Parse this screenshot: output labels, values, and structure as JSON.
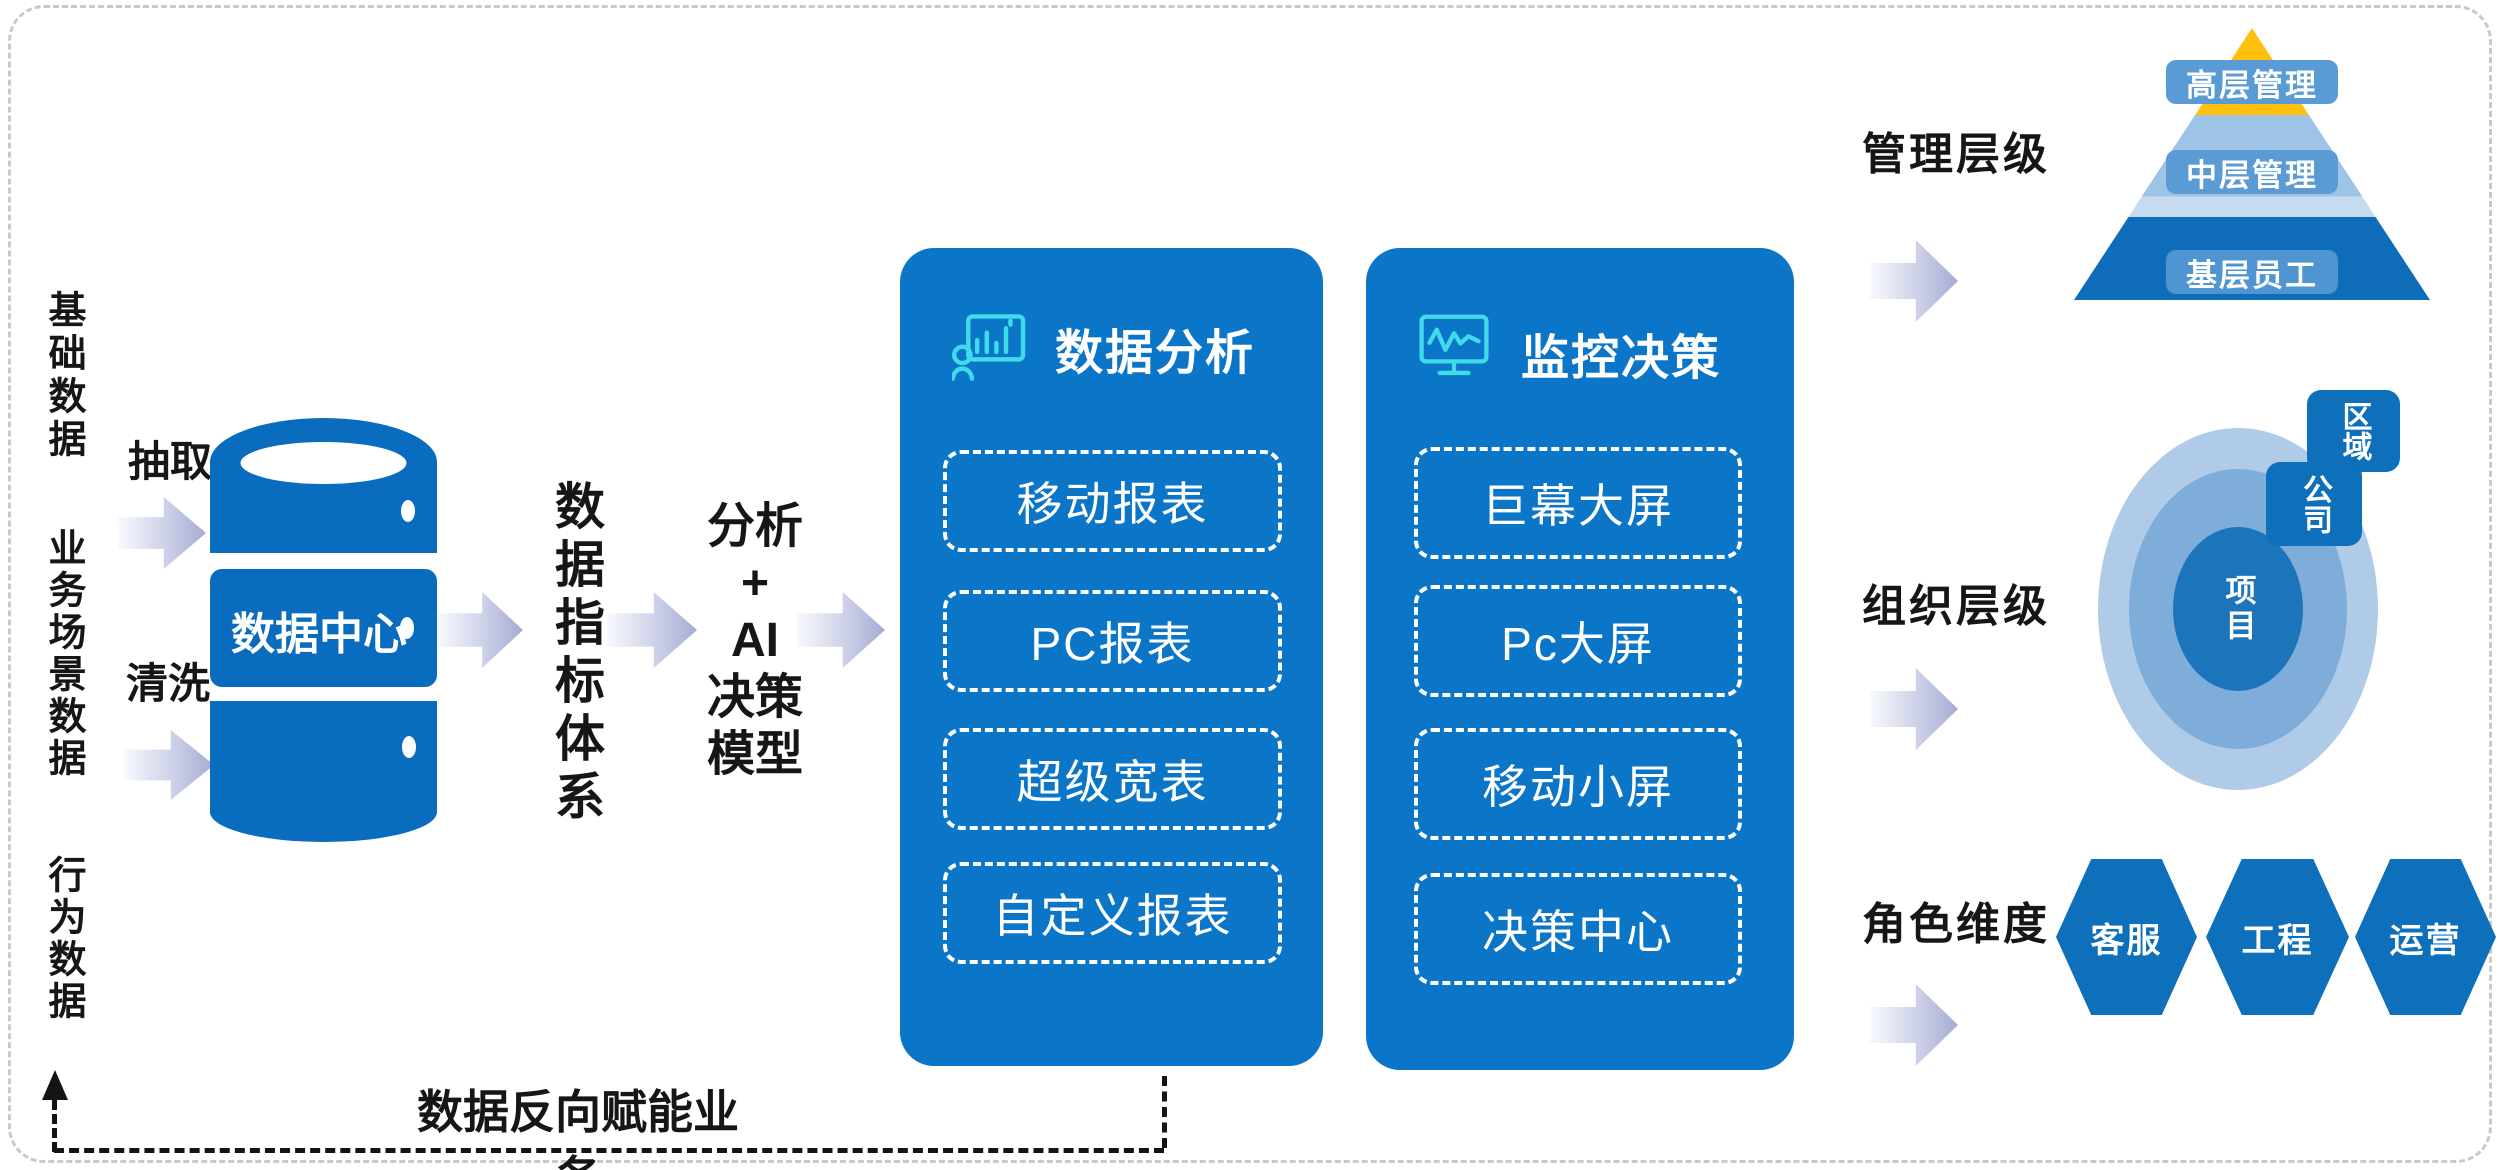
{
  "left_labels": {
    "basic": "基础数据",
    "business": "业务场景数据",
    "behavior": "行为数据"
  },
  "etl": {
    "extract": "抽取",
    "clean": "清洗"
  },
  "database": {
    "label": "数据中心"
  },
  "indicator": {
    "label": "数据指标体系"
  },
  "model": {
    "lines": [
      "分析",
      "+",
      "AI",
      "决策",
      "模型"
    ]
  },
  "panels": [
    {
      "title": "数据分析",
      "icon": "analyst-chart-icon",
      "items": [
        "移动报表",
        "PC报表",
        "超级宽表",
        "自定义报表"
      ]
    },
    {
      "title": "监控决策",
      "icon": "monitor-pulse-icon",
      "items": [
        "巨幕大屏",
        "Pc大屏",
        "移动小屏",
        "决策中心"
      ]
    }
  ],
  "management": {
    "label": "管理层级",
    "tiers": [
      "高层管理",
      "中层管理",
      "基层员工"
    ]
  },
  "organization": {
    "label": "组织层级",
    "levels": {
      "outer": "区域",
      "middle": "公司",
      "center": "项目"
    }
  },
  "roles": {
    "label": "角色维度",
    "items": [
      "客服",
      "工程",
      "运营"
    ]
  },
  "feedback": {
    "label": "数据反向赋能业务"
  },
  "colors": {
    "panel_blue": "#0b76c8",
    "db_blue": "#0a6cbe",
    "icon_cyan": "#3fdbe8",
    "pyramid_gold": "#ffc010",
    "tier_light": "#9dc3e6",
    "tier_light_strip": "#c6dbf0",
    "tier_dark": "#0f6cb8",
    "tier_label_blue": "#5b9bd5",
    "hex_blue": "#0e6fbb",
    "ring_outer": "#b0cbe8",
    "ring_middle": "#7fadd9",
    "ring_center": "#1c74ba",
    "arrow_lavender": "#a6abd4"
  }
}
